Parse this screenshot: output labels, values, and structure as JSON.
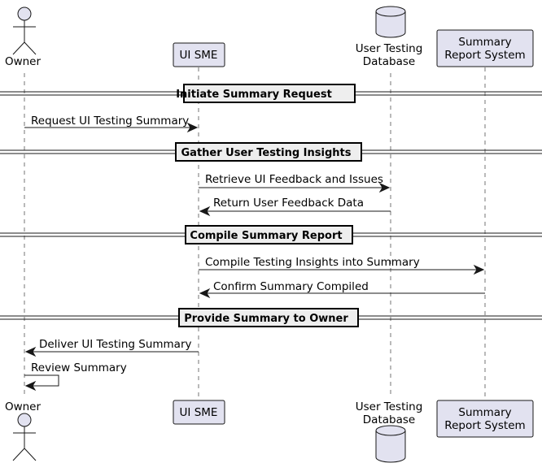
{
  "participants": {
    "owner": "Owner",
    "ui_sme": "UI SME",
    "db_line1": "User Testing",
    "db_line2": "Database",
    "srs_line1": "Summary",
    "srs_line2": "Report System"
  },
  "sections": [
    "Initiate Summary Request",
    "Gather User Testing Insights",
    "Compile Summary Report",
    "Provide Summary to Owner"
  ],
  "messages": [
    "Request UI Testing Summary",
    "Retrieve UI Feedback and Issues",
    "Return User Feedback Data",
    "Compile Testing Insights into Summary",
    "Confirm Summary Compiled",
    "Deliver UI Testing Summary",
    "Review Summary"
  ]
}
